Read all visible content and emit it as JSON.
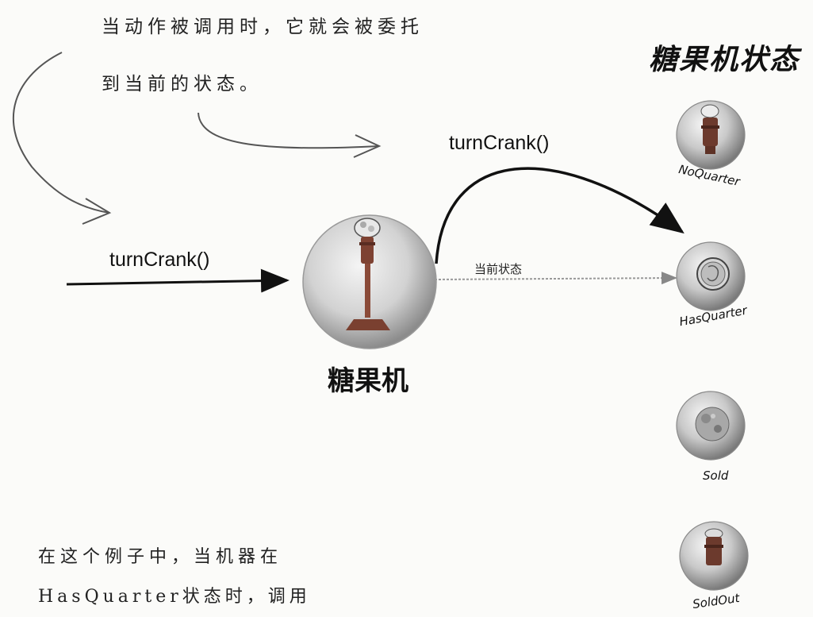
{
  "note_top": {
    "line1": "当动作被调用时，它就会被委托",
    "line2": "到当前的状态。"
  },
  "note_bottom": {
    "line1": "在这个例子中，当机器在",
    "line2": "HasQuarter状态时，调用"
  },
  "labels": {
    "turn_crank_left": "turnCrank()",
    "turn_crank_top": "turnCrank()",
    "current_state": "当前状态",
    "machine_name": "糖果机",
    "states_title": "糖果机状态"
  },
  "states": [
    {
      "label": "NoQuarter"
    },
    {
      "label": "HasQuarter"
    },
    {
      "label": "Sold"
    },
    {
      "label": "SoldOut"
    }
  ]
}
